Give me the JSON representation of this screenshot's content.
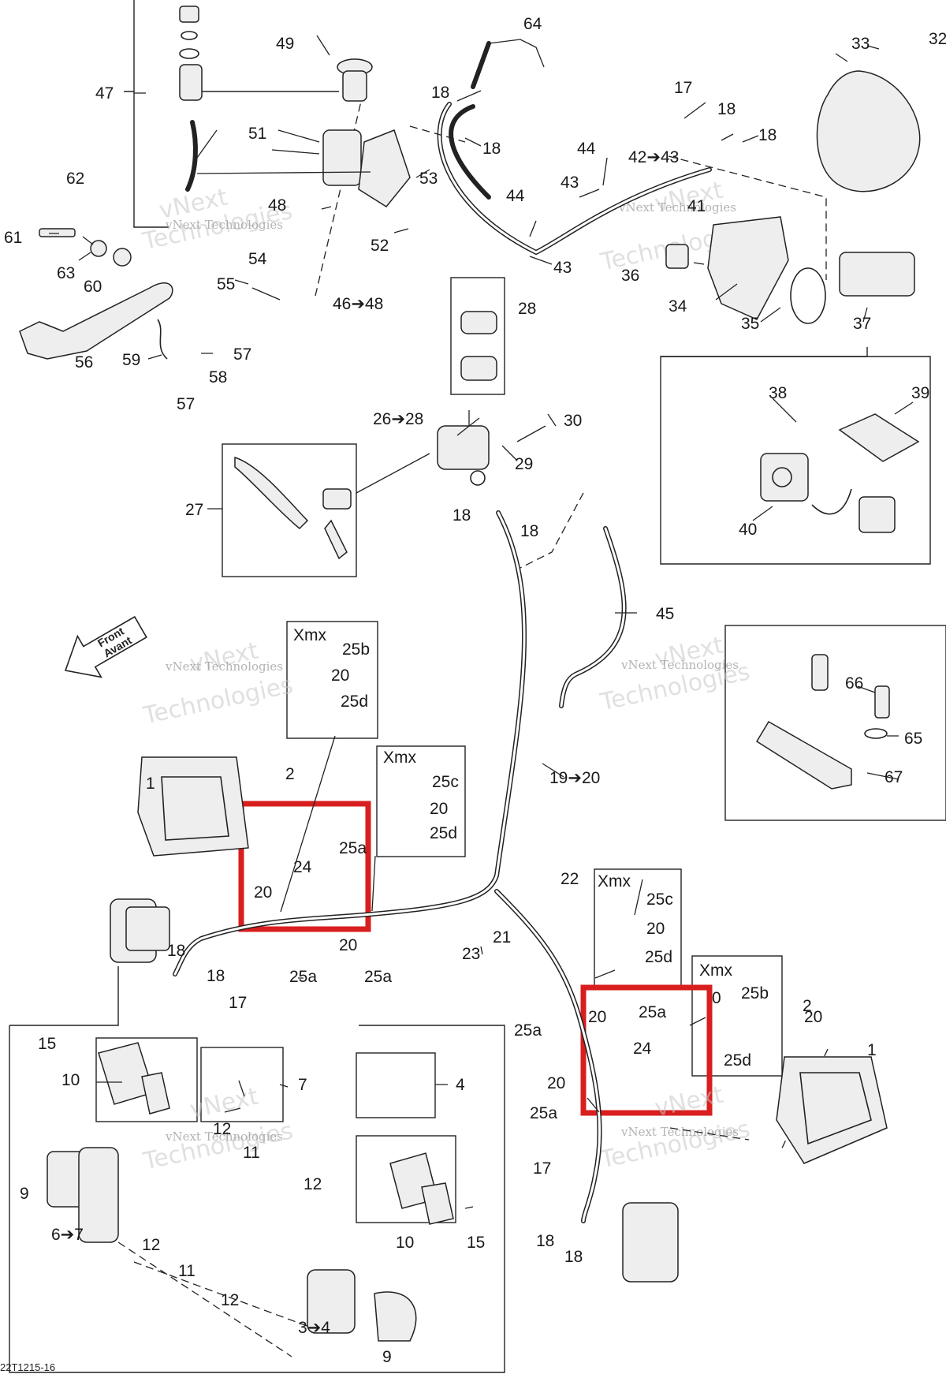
{
  "watermark": {
    "line1": "vNext",
    "line2": "Technologies",
    "small": "vNext Technologies"
  },
  "front_arrow": {
    "line1": "Front",
    "line2": "Avant"
  },
  "footer_code": "22T1215-16",
  "callouts": {
    "c1a": "1",
    "c1b": "1",
    "c2a": "2",
    "c2b": "2",
    "c3": "3➔4",
    "c4": "4",
    "c6": "6➔7",
    "c7": "7",
    "c9a": "9",
    "c9b": "9",
    "c10a": "10",
    "c10b": "10",
    "c11a": "11",
    "c11b": "11",
    "c12a": "12",
    "c12b": "12",
    "c12c": "12",
    "c12d": "12",
    "c15a": "15",
    "c15b": "15",
    "c17a": "17",
    "c17b": "17",
    "c17c": "17",
    "c18a": "18",
    "c18b": "18",
    "c18c": "18",
    "c18d": "18",
    "c18e": "18",
    "c18f": "18",
    "c18g": "18",
    "c18h": "18",
    "c18i": "18",
    "c18j": "18",
    "c19": "19➔20",
    "c20a": "20",
    "c20b": "20",
    "c20c": "20",
    "c20d": "20",
    "c20e": "20",
    "c20f": "20",
    "c20g": "20",
    "c20h": "20",
    "c20i": "0",
    "c21": "21",
    "c22": "22",
    "c23": "23",
    "c24a": "24",
    "c24b": "24",
    "c25a1": "25a",
    "c25a2": "25a",
    "c25a3": "25a",
    "c25a4": "25a",
    "c25a5": "25a",
    "c25a6": "25a",
    "c25b1": "25b",
    "c25b2": "25b",
    "c25c1": "25c",
    "c25c2": "25c",
    "c25d1": "25d",
    "c25d2": "25d",
    "c25d3": "25d",
    "c25d4": "25d",
    "c26": "26➔28",
    "c27": "27",
    "c28": "28",
    "c29": "29",
    "c30": "30",
    "c32": "32",
    "c33": "33",
    "c34": "34",
    "c35": "35",
    "c36": "36",
    "c37": "37",
    "c38": "38",
    "c39": "39",
    "c40": "40",
    "c41": "41",
    "c42": "42➔43",
    "c43a": "43",
    "c43b": "43",
    "c44a": "44",
    "c44b": "44",
    "c45": "45",
    "c46": "46➔48",
    "c47": "47",
    "c48": "48",
    "c49": "49",
    "c51": "51",
    "c52": "52",
    "c53": "53",
    "c54": "54",
    "c55": "55",
    "c56": "56",
    "c57a": "57",
    "c57b": "57",
    "c58": "58",
    "c59": "59",
    "c60": "60",
    "c61": "61",
    "c62": "62",
    "c63": "63",
    "c64": "64",
    "c65": "65",
    "c66": "66",
    "c67": "67"
  },
  "detail_boxes": {
    "xmx1": "Xmx",
    "xmx2": "Xmx",
    "xmx3": "Xmx",
    "xmx4": "Xmx"
  },
  "colors": {
    "highlight": "#d81e1e",
    "line": "#222222",
    "watermark": "#c8c8c8"
  }
}
